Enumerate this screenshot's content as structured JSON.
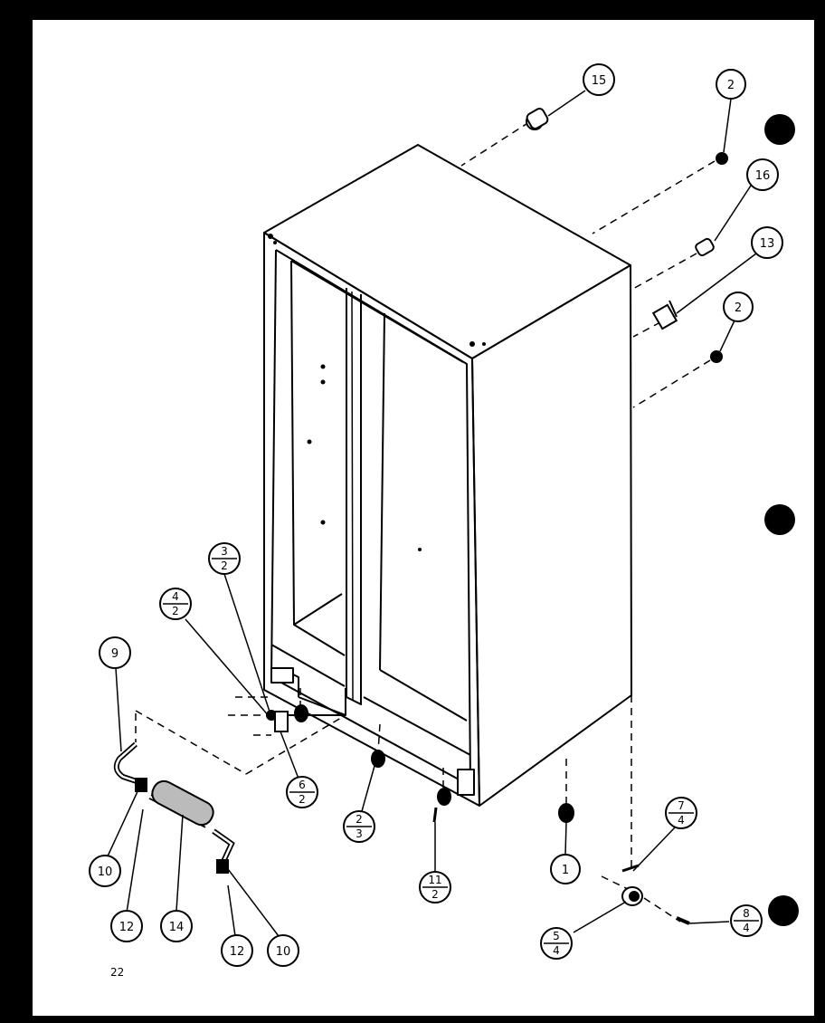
{
  "page_number": "22",
  "callouts": {
    "c15": "15",
    "c2a": "2",
    "c16": "16",
    "c13": "13",
    "c2b": "2",
    "c9": "9",
    "c10a": "10",
    "c12a": "12",
    "c14": "14",
    "c12b": "12",
    "c10b": "10",
    "c1": "1"
  },
  "fractions": {
    "f32": {
      "num": "3",
      "den": "2"
    },
    "f42": {
      "num": "4",
      "den": "2"
    },
    "f62": {
      "num": "6",
      "den": "2"
    },
    "f23": {
      "num": "2",
      "den": "3"
    },
    "f112": {
      "num": "11",
      "den": "2"
    },
    "f74": {
      "num": "7",
      "den": "4"
    },
    "f54": {
      "num": "5",
      "den": "4"
    },
    "f84": {
      "num": "8",
      "den": "4"
    }
  }
}
